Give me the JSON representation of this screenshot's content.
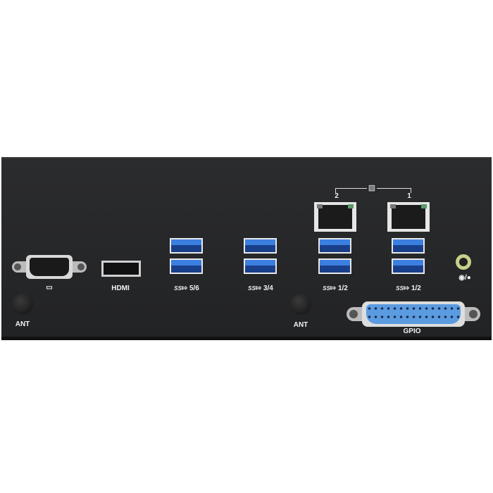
{
  "labels": {
    "lan_2": "2",
    "lan_1": "1",
    "hdmi": "HDMI",
    "usb_5_6": "5/6",
    "usb_3_4": "3/4",
    "usb_1_2_a": "1/2",
    "usb_1_2_b": "1/2",
    "ant_left": "ANT",
    "ant_right": "ANT",
    "gpio": "GPIO",
    "usb_prefix": "SS",
    "audio": "/"
  },
  "colors": {
    "panel": "#262729",
    "usb_blue": "#2f6fd6",
    "gpio_blue": "#5b9be0",
    "audio_jack": "#c8d08a"
  }
}
